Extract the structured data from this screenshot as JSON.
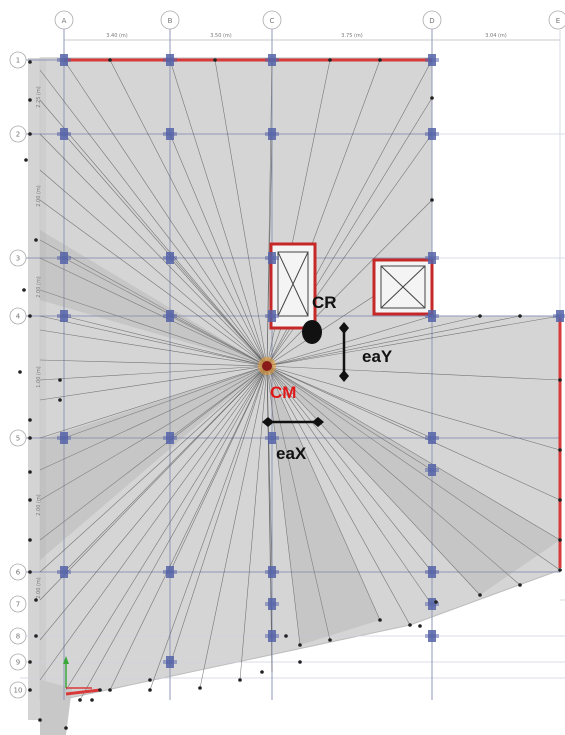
{
  "grid_columns": [
    "A",
    "B",
    "C",
    "D",
    "E"
  ],
  "grid_rows": [
    "1",
    "2",
    "3",
    "4",
    "5",
    "6",
    "7",
    "8",
    "9",
    "10"
  ],
  "column_spacings": [
    "3.40 (m)",
    "3.50 (m)",
    "3.75 (m)",
    "3.04 (m)"
  ],
  "row_spacings": [
    "2.25 (m)",
    "2.00 (m)",
    "2.00 (m)",
    "1.00 (m)",
    "2.00 (m)",
    "2.00 (m)"
  ],
  "markers": {
    "center_of_rigidity": "CR",
    "center_of_mass": "CM",
    "eccentricity_x": "eaX",
    "eccentricity_y": "eaY"
  },
  "colors": {
    "slab_fill": "#d5d5d5",
    "grid_line": "#9da3b8",
    "beam_red": "#d83a3a",
    "label_red": "#e01818",
    "column_blue": "#5563a8"
  }
}
